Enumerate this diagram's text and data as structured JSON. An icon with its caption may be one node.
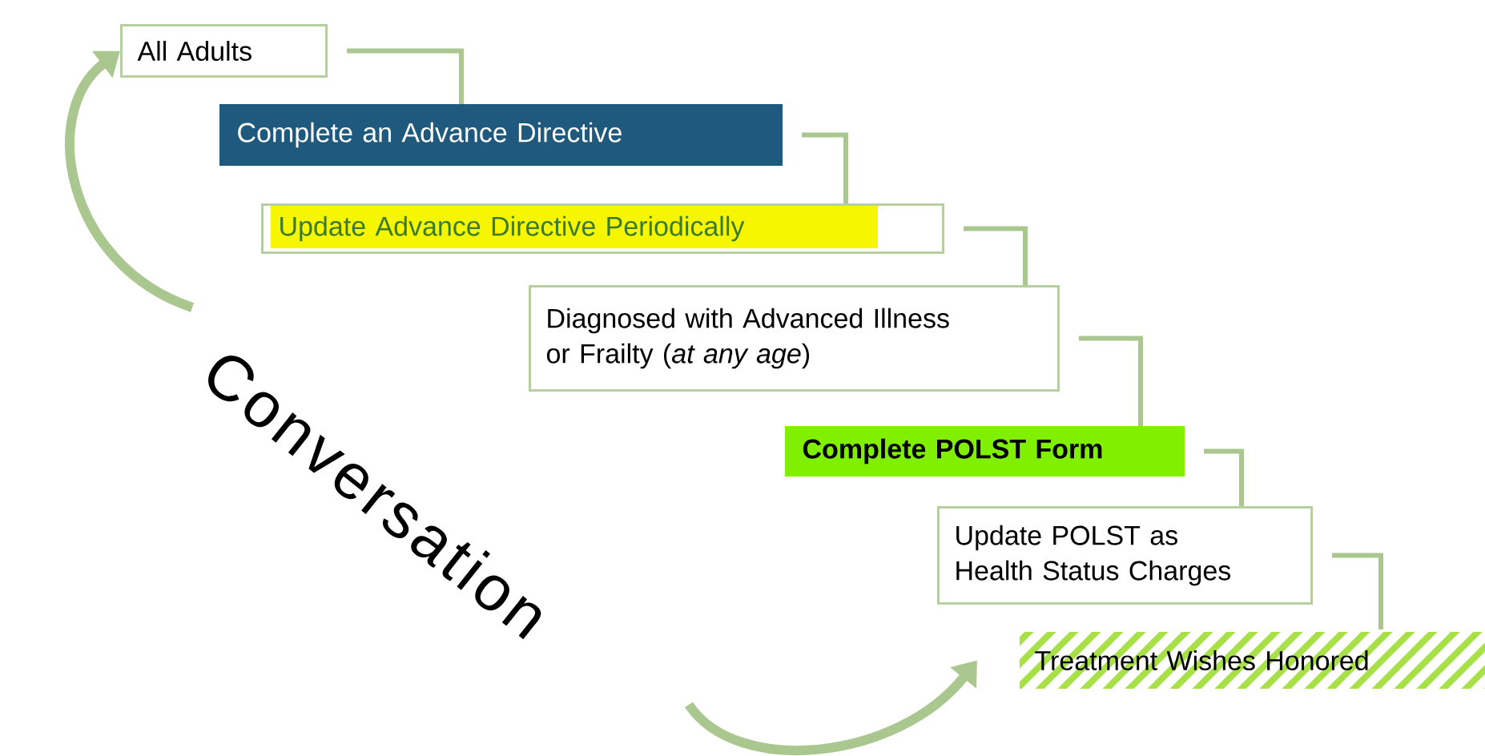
{
  "diagram": {
    "nodes": [
      {
        "text": [
          "All Adults"
        ]
      },
      {
        "text": [
          "Complete an Advance Directive"
        ]
      },
      {
        "text": [
          "Update Advance Directive Periodically"
        ]
      },
      {
        "text": [
          "Diagnosed with Advanced Illness or Frailty (*at any age*)"
        ]
      },
      {
        "text": [
          "Complete POLST Form"
        ]
      },
      {
        "text": [
          "Update POLST as Health Status Charges"
        ]
      },
      {
        "text": [
          "Treatment Wishes Honored"
        ]
      }
    ],
    "edges": [
      {
        "from": 0,
        "to": 1,
        "arrow": "none"
      },
      {
        "from": 1,
        "to": 2,
        "arrow": "none"
      },
      {
        "from": 2,
        "to": 3,
        "arrow": "none"
      },
      {
        "from": 3,
        "to": 4,
        "arrow": "none"
      },
      {
        "from": 4,
        "to": 5,
        "arrow": "none"
      },
      {
        "from": 5,
        "to": 6,
        "arrow": "none"
      },
      {
        "from": null,
        "to": 0,
        "arrow": "to",
        "style": "thick"
      },
      {
        "from": null,
        "to": 6,
        "arrow": "to",
        "style": "thick"
      }
    ],
    "labels": [
      "Conversation"
    ]
  }
}
